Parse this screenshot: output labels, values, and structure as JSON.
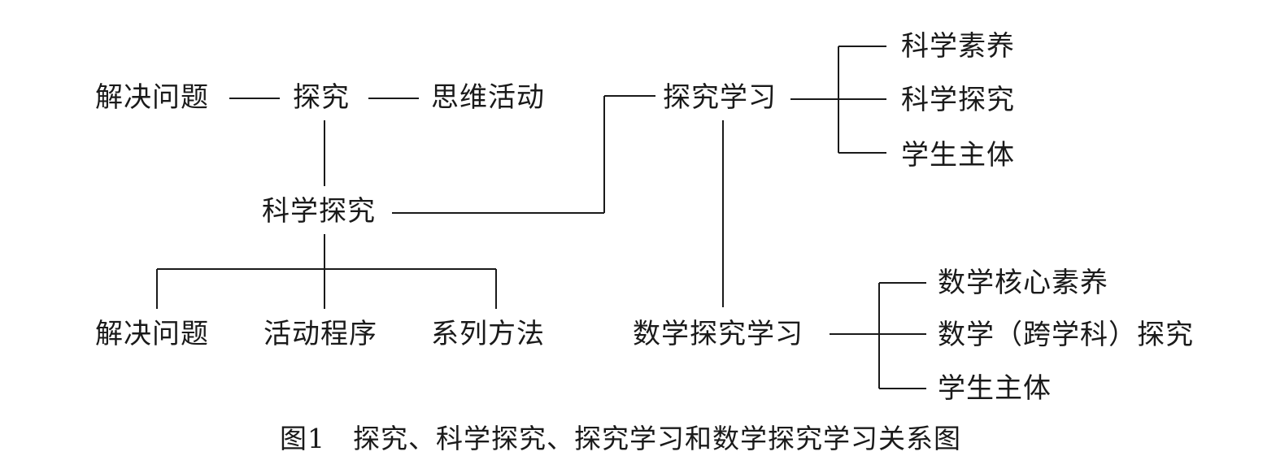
{
  "nodes": {
    "jjwt_top": "解决问题",
    "tanjiu": "探究",
    "swhd": "思维活动",
    "kxtj": "科学探究",
    "jjwt_bottom": "解决问题",
    "hdcx": "活动程序",
    "xlff": "系列方法",
    "tjxx": "探究学习",
    "kxsy": "科学素养",
    "kxtj_right": "科学探究",
    "xszt_top": "学生主体",
    "sxtjxx": "数学探究学习",
    "sxhxsy": "数学核心素养",
    "sxkxk": "数学（跨学科）探究",
    "xszt_bottom": "学生主体"
  },
  "caption": {
    "label": "图1",
    "text": "探究、科学探究、探究学习和数学探究学习关系图"
  }
}
